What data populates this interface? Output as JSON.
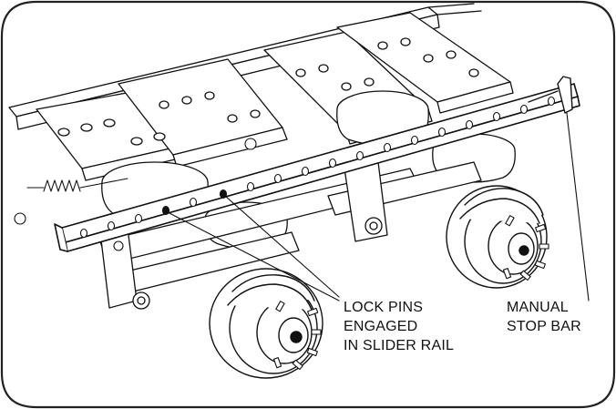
{
  "callouts": {
    "lock_pins": {
      "lines": [
        "LOCK PINS",
        "ENGAGED",
        "IN SLIDER RAIL"
      ]
    },
    "manual_stop_bar": {
      "lines": [
        "MANUAL",
        "STOP BAR"
      ]
    }
  },
  "colors": {
    "ink": "#111111",
    "paper": "#ffffff",
    "frame": "#222222"
  }
}
